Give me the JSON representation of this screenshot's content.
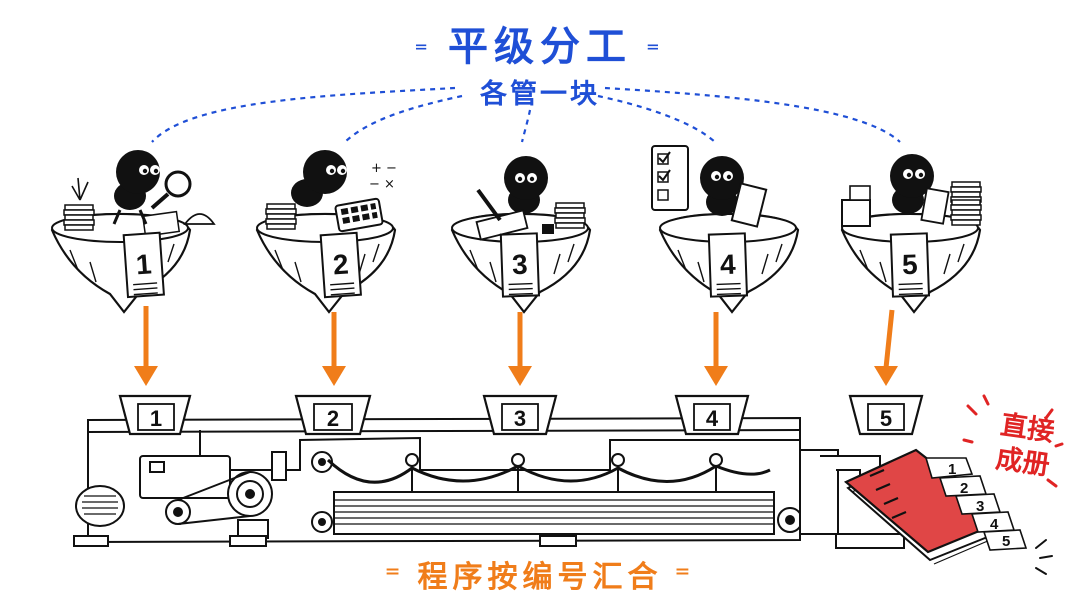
{
  "title": "平级分工",
  "subtitle": "各管一块",
  "bottom_caption": "程序按编号汇合",
  "side_label": {
    "line1": "直接",
    "line2": "成册"
  },
  "workers": [
    {
      "number": "1",
      "task_icon": "magnifier-icon"
    },
    {
      "number": "2",
      "task_icon": "calculator-icon"
    },
    {
      "number": "3",
      "task_icon": "pen-icon"
    },
    {
      "number": "4",
      "task_icon": "checklist-icon"
    },
    {
      "number": "5",
      "task_icon": "boxes-icon"
    }
  ],
  "slots": [
    "1",
    "2",
    "3",
    "4",
    "5"
  ],
  "book_tabs": [
    "1",
    "2",
    "3",
    "4",
    "5"
  ],
  "calc_symbols": {
    "row1": "+ −",
    "row2": "− ×"
  },
  "colors": {
    "title_blue": "#1f4fd6",
    "arrow_orange": "#f07d1a",
    "caption_orange": "#f07d1a",
    "accent_red": "#e02424",
    "book_red": "#e04646",
    "ink": "#111111"
  }
}
